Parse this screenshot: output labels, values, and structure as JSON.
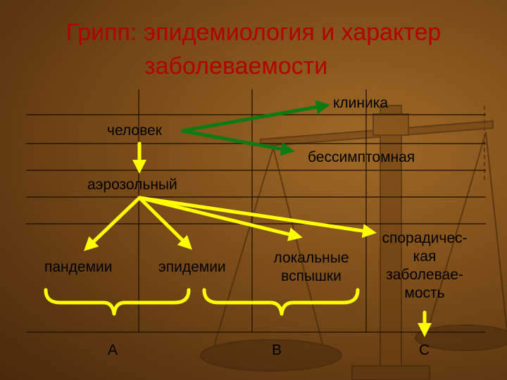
{
  "title_line1": "Грипп: эпидемиология и характер",
  "title_line2": "заболеваемости",
  "nodes": {
    "clinic": "клиника",
    "human": "человек",
    "asymptomatic": "бессимптомная",
    "aerosol": "аэрозольный",
    "pandemics": "пандемии",
    "epidemics": "эпидемии",
    "local_outbreaks": "локальные\nвспышки",
    "sporadic": "спорадичес-\nкая\nзаболевае-\nмость"
  },
  "groups": {
    "a": "A",
    "b": "B",
    "c": "C"
  },
  "colors": {
    "title": "#b30000",
    "green_arrow": "#0f7a12",
    "yellow_arrow": "#ffff00",
    "grid_line": "#1a0d03",
    "background": "#7f4f1a"
  }
}
